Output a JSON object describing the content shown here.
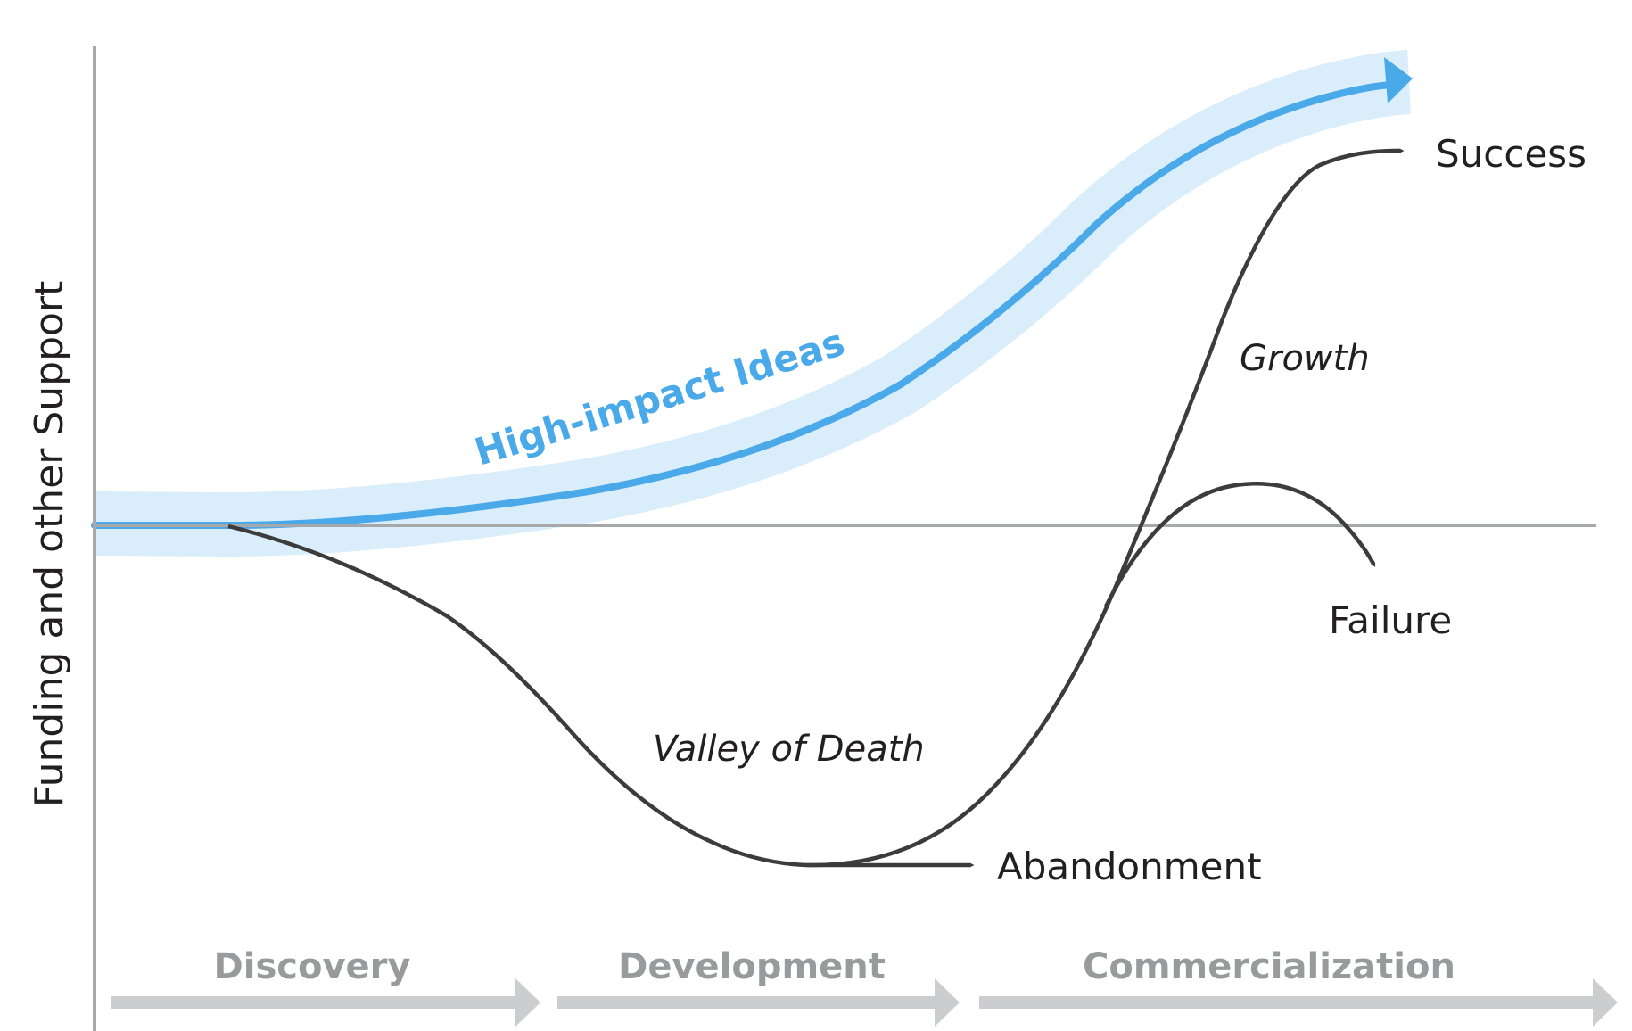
{
  "axis": {
    "y_label": "Funding and other Support"
  },
  "highlight": {
    "label": "High-impact Ideas",
    "band_color": "#daedfa",
    "line_color": "#4aa9e9"
  },
  "curve_labels": {
    "valley": "Valley of Death",
    "growth": "Growth"
  },
  "outcomes": {
    "success": "Success",
    "failure": "Failure",
    "abandonment": "Abandonment"
  },
  "stages": [
    {
      "label": "Discovery"
    },
    {
      "label": "Development"
    },
    {
      "label": "Commercialization"
    }
  ],
  "colors": {
    "curve": "#3c3c3c",
    "axis": "#a7a8aa",
    "stage_arrow": "#cccdcf",
    "stage_text": "#999a9c"
  }
}
